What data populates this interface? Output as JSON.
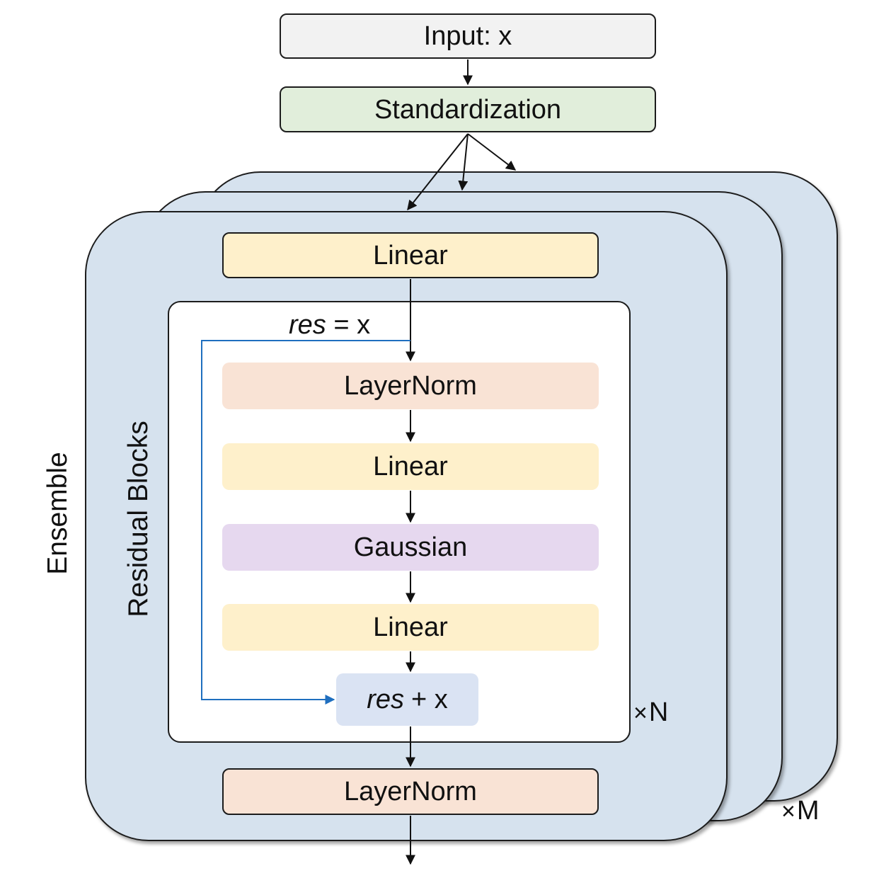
{
  "nodes": {
    "input": "Input: x",
    "standardization": "Standardization",
    "linear_first": "Linear",
    "layernorm_inner": "LayerNorm",
    "linear_inner_1": "Linear",
    "gaussian": "Gaussian",
    "linear_inner_2": "Linear",
    "layernorm_final": "LayerNorm"
  },
  "residual": {
    "assign_var": "res",
    "assign_rest": "= x",
    "sum_var": "res",
    "sum_rest": "+ x"
  },
  "labels": {
    "ensemble": "Ensemble",
    "residual_blocks": "Residual Blocks"
  },
  "repeat": {
    "symbol": "×",
    "n": "N",
    "m": "M"
  },
  "colors": {
    "ensemble_fill": "#d6e2ee",
    "skip_connection": "#1f6fbf"
  }
}
